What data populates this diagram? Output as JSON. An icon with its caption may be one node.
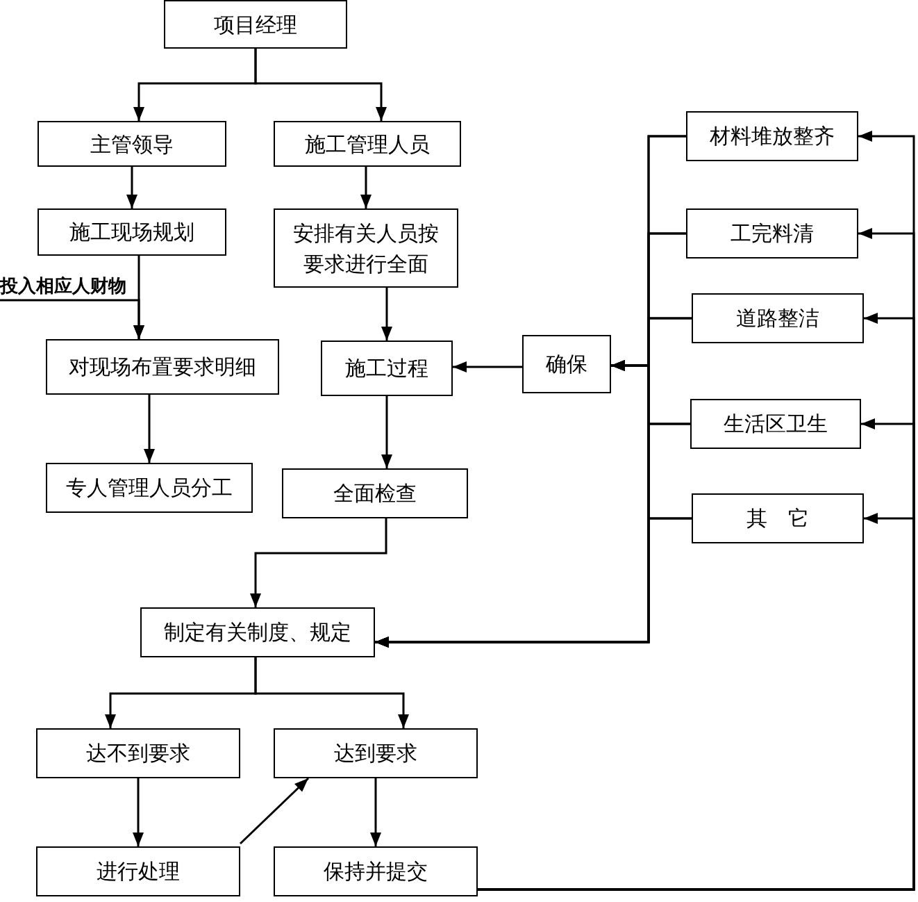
{
  "diagram": {
    "nodes": [
      {
        "text": [
          "项目经理"
        ]
      },
      {
        "text": [
          "主管领导"
        ]
      },
      {
        "text": [
          "施工管理人员"
        ]
      },
      {
        "text": [
          "施工现场规划"
        ]
      },
      {
        "text": [
          "安排有关人员按要求进行全面"
        ]
      },
      {
        "text": [
          "投入相应人财物"
        ]
      },
      {
        "text": [
          "对现场布置要求明细"
        ]
      },
      {
        "text": [
          "施工过程"
        ]
      },
      {
        "text": [
          "确保"
        ]
      },
      {
        "text": [
          "材料堆放整齐"
        ]
      },
      {
        "text": [
          "工完料清"
        ]
      },
      {
        "text": [
          "道路整洁"
        ]
      },
      {
        "text": [
          "生活区卫生"
        ]
      },
      {
        "text": [
          "其　它"
        ]
      },
      {
        "text": [
          "专人管理人员分工"
        ]
      },
      {
        "text": [
          "全面检查"
        ]
      },
      {
        "text": [
          "制定有关制度、规定"
        ]
      },
      {
        "text": [
          "达不到要求"
        ]
      },
      {
        "text": [
          "达到要求"
        ]
      },
      {
        "text": [
          "进行处理"
        ]
      },
      {
        "text": [
          "保持并提交"
        ]
      }
    ],
    "edges": [
      {
        "from": 0,
        "to": 1,
        "arrow": "to"
      },
      {
        "from": 0,
        "to": 2,
        "arrow": "to"
      },
      {
        "from": 1,
        "to": 3,
        "arrow": "to"
      },
      {
        "from": 2,
        "to": 4,
        "arrow": "to"
      },
      {
        "from": 3,
        "to": 6,
        "arrow": "to"
      },
      {
        "from": 5,
        "to": 6,
        "arrow": "to"
      },
      {
        "from": 4,
        "to": 7,
        "arrow": "to"
      },
      {
        "from": 8,
        "to": 7,
        "arrow": "to"
      },
      {
        "from": 6,
        "to": 14,
        "arrow": "to"
      },
      {
        "from": 7,
        "to": 15,
        "arrow": "to"
      },
      {
        "from": 15,
        "to": 16,
        "arrow": "to"
      },
      {
        "from": 16,
        "to": 17,
        "arrow": "to"
      },
      {
        "from": 16,
        "to": 18,
        "arrow": "to"
      },
      {
        "from": 17,
        "to": 19,
        "arrow": "to"
      },
      {
        "from": 19,
        "to": 18,
        "arrow": "to"
      },
      {
        "from": 18,
        "to": 20,
        "arrow": "to"
      },
      {
        "from": 20,
        "to": 9,
        "arrow": "to"
      },
      {
        "from": 20,
        "to": 10,
        "arrow": "to"
      },
      {
        "from": 20,
        "to": 11,
        "arrow": "to"
      },
      {
        "from": 20,
        "to": 12,
        "arrow": "to"
      },
      {
        "from": 20,
        "to": 13,
        "arrow": "to"
      },
      {
        "from": 9,
        "to": 8,
        "arrow": "to"
      },
      {
        "from": 10,
        "to": 8,
        "arrow": "to"
      },
      {
        "from": 11,
        "to": 8,
        "arrow": "to"
      },
      {
        "from": 12,
        "to": 8,
        "arrow": "to"
      },
      {
        "from": 13,
        "to": 8,
        "arrow": "to"
      },
      {
        "from": 9,
        "to": 16,
        "arrow": "to"
      },
      {
        "from": 10,
        "to": 16,
        "arrow": "to"
      },
      {
        "from": 11,
        "to": 16,
        "arrow": "to"
      },
      {
        "from": 12,
        "to": 16,
        "arrow": "to"
      },
      {
        "from": 13,
        "to": 16,
        "arrow": "to"
      }
    ]
  }
}
